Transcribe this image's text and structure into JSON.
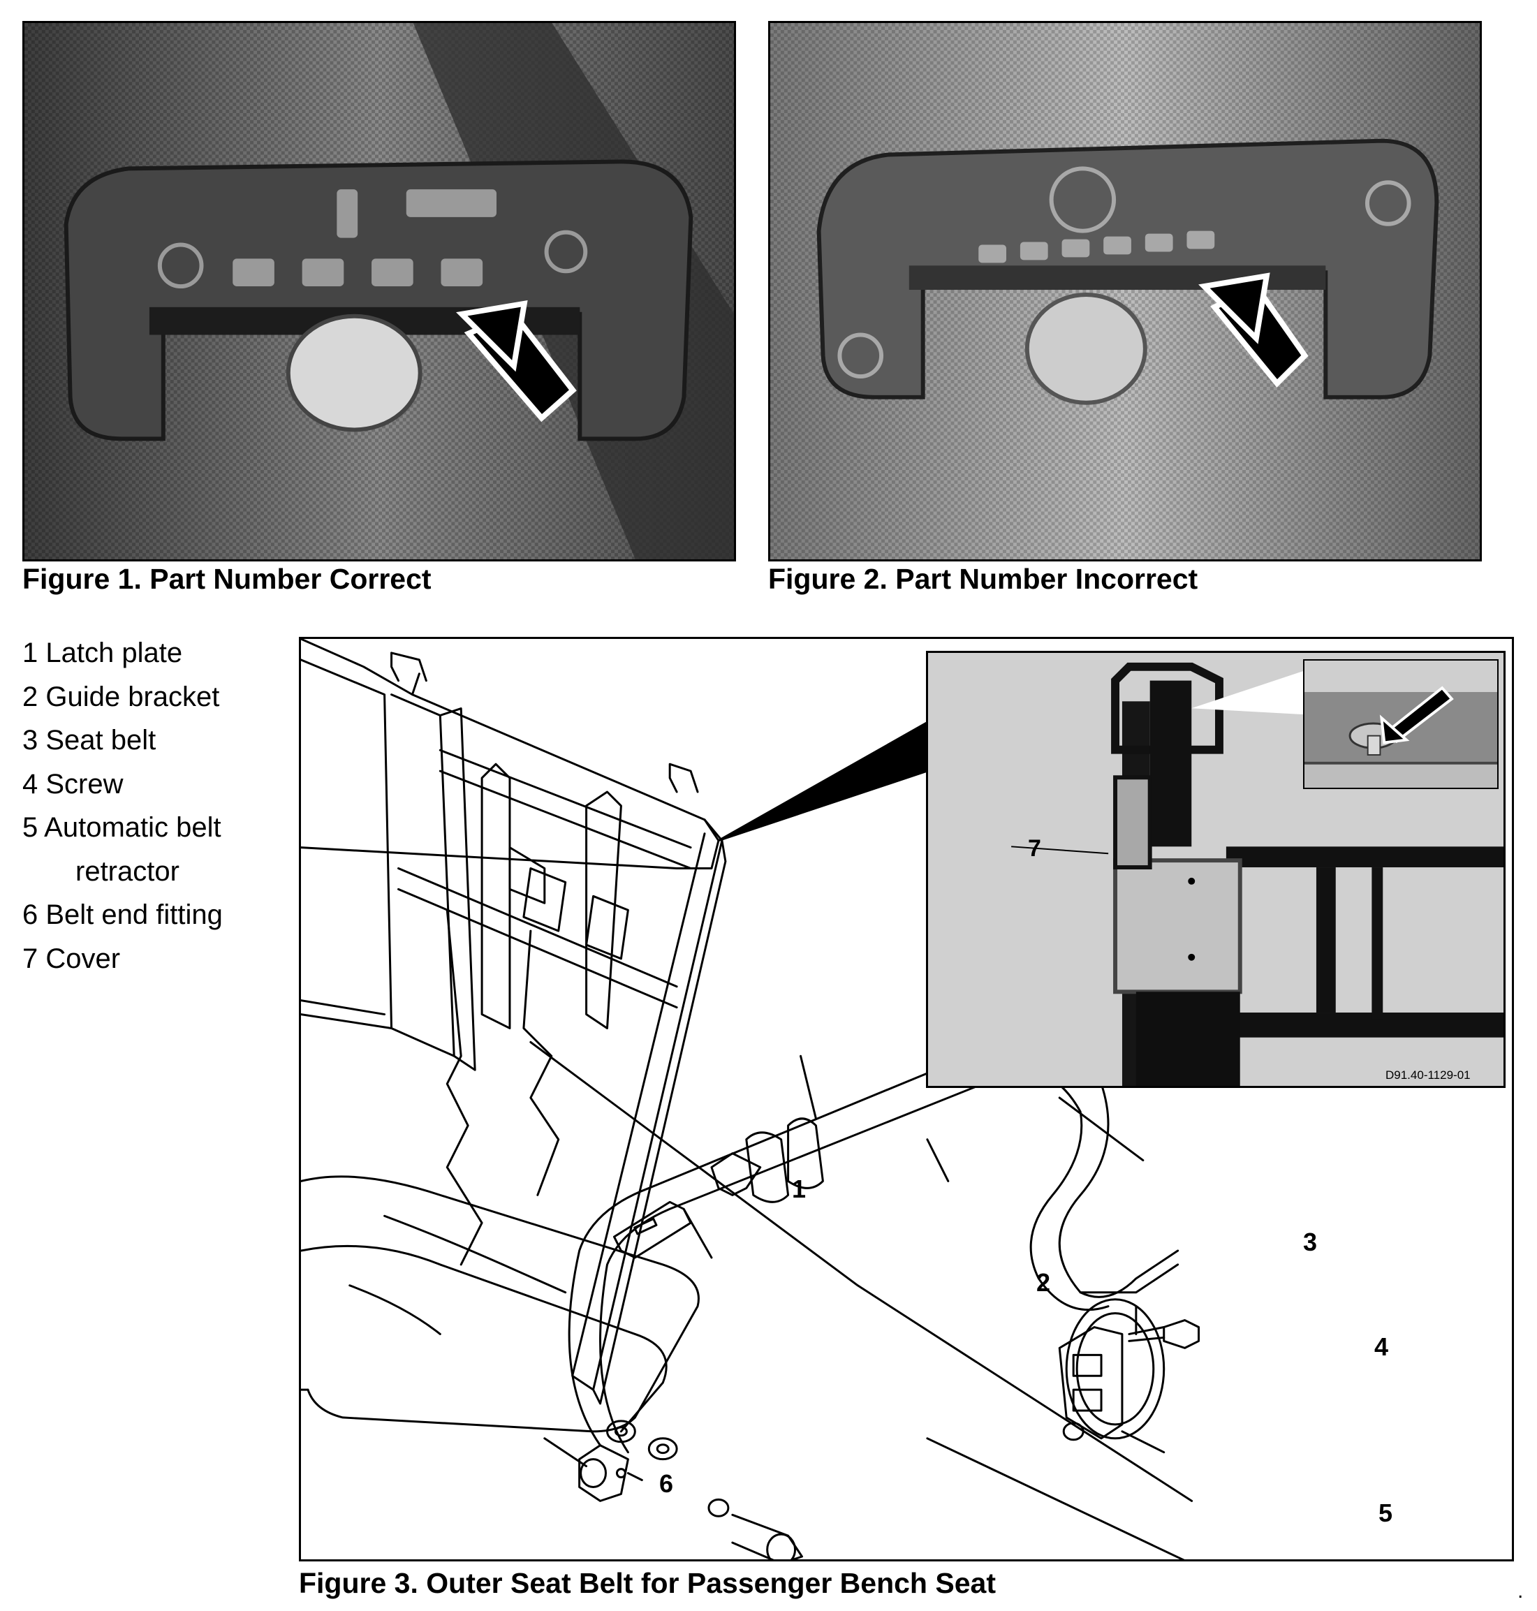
{
  "figures": {
    "fig1": {
      "caption": "Figure 1. Part Number Correct"
    },
    "fig2": {
      "caption": "Figure 2. Part Number Incorrect"
    },
    "fig3": {
      "caption": "Figure 3. Outer Seat Belt for Passenger Bench Seat"
    }
  },
  "legend": [
    {
      "number": "1",
      "text": "1 Latch plate"
    },
    {
      "number": "2",
      "text": "2 Guide bracket"
    },
    {
      "number": "3",
      "text": "3 Seat belt"
    },
    {
      "number": "4",
      "text": "4 Screw"
    },
    {
      "number": "5",
      "text": "5 Automatic belt"
    },
    {
      "number": "5",
      "text": "retractor"
    },
    {
      "number": "6",
      "text": "6 Belt end fitting"
    },
    {
      "number": "7",
      "text": "7 Cover"
    }
  ],
  "callouts": [
    "1",
    "2",
    "3",
    "4",
    "5",
    "6",
    "7"
  ],
  "inset_ref": "D91.40-1129-01",
  "trailing_mark": "."
}
